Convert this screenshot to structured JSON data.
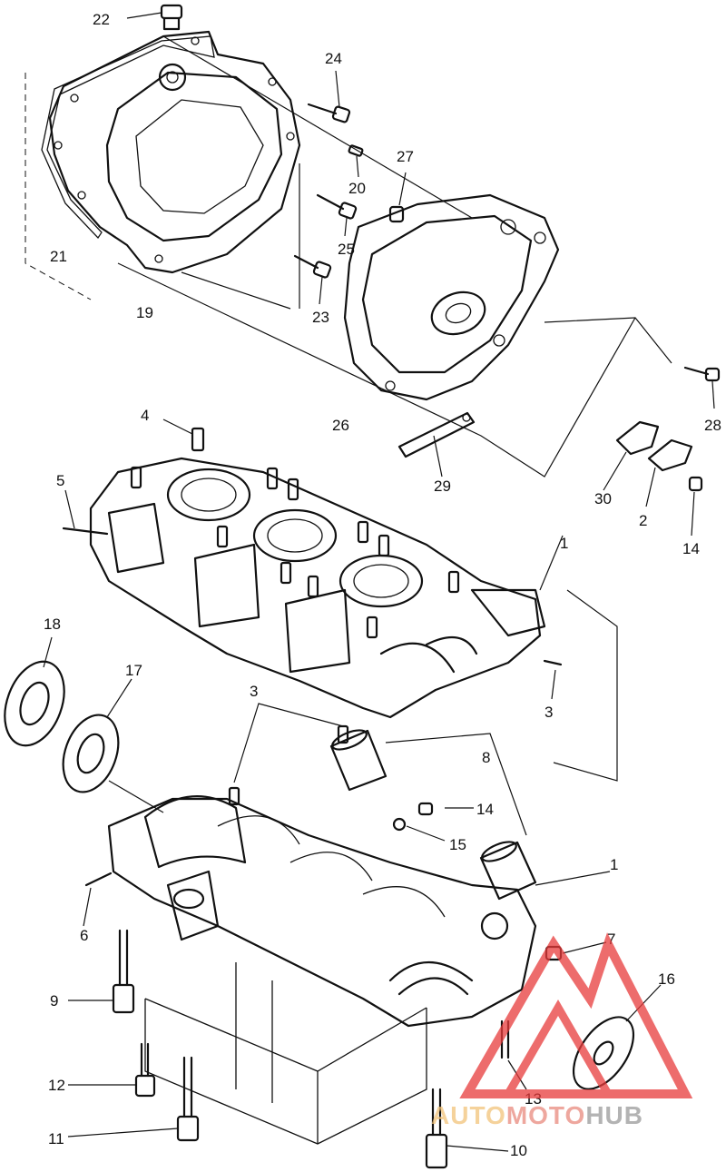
{
  "callouts": [
    "22",
    "24",
    "20",
    "21",
    "27",
    "25",
    "19",
    "23",
    "26",
    "28",
    "4",
    "29",
    "5",
    "30",
    "2",
    "14",
    "1",
    "18",
    "17",
    "3",
    "3",
    "8",
    "14",
    "15",
    "6",
    "1",
    "7",
    "9",
    "16",
    "12",
    "13",
    "11",
    "10"
  ],
  "watermark": {
    "part1": "AUTO",
    "part2": "MOTO",
    "part3": "HUB",
    "color_auto": "#f2c37a",
    "color_moto": "#e98a7e",
    "color_hub": "#9a9a9a",
    "logo_color": "#e83b3b"
  }
}
